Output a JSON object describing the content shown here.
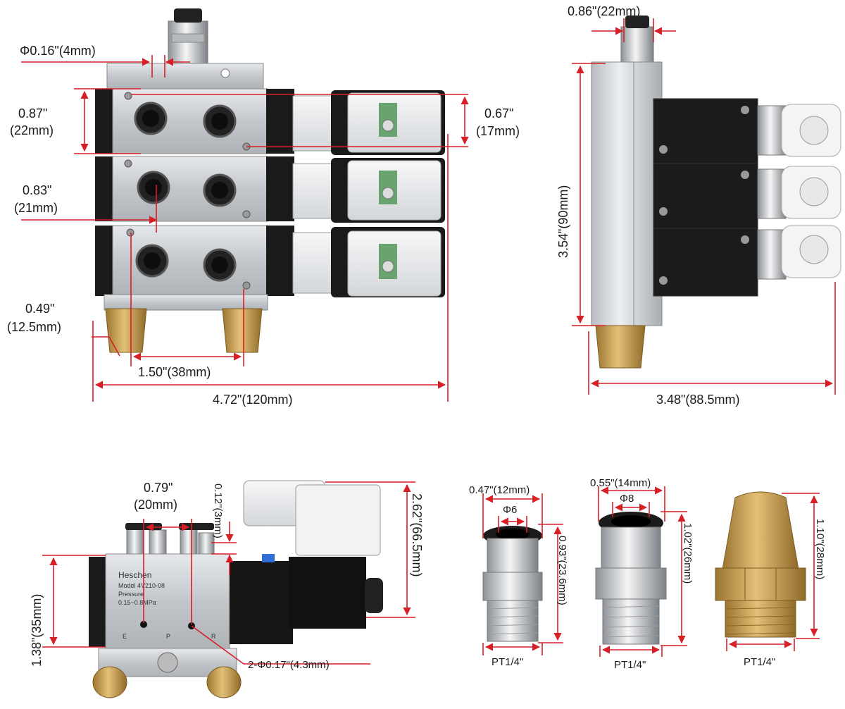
{
  "colors": {
    "dimension": "#d61f26",
    "aluminum": "#c9cdd2",
    "aluminum_dark": "#9aa0a6",
    "coil": "#1c1c1c",
    "brass": "#c9a14d",
    "background": "#ffffff"
  },
  "front_view": {
    "port_diameter": "Φ0.16\"(4mm)",
    "top_height_in": "0.87\"",
    "top_height_mm": "(22mm)",
    "coil_height_in": "0.67\"",
    "coil_height_mm": "(17mm)",
    "mid_height_in": "0.83\"",
    "mid_height_mm": "(21mm)",
    "muffler_offset_in": "0.49\"",
    "muffler_offset_mm": "(12.5mm)",
    "muffler_spacing": "1.50\"(38mm)",
    "total_length": "4.72\"(120mm)"
  },
  "side_view": {
    "top_width": "0.86\"(22mm)",
    "height": "3.54\"(90mm)",
    "width": "3.48\"(88.5mm)"
  },
  "valve_view": {
    "port_spacing_in": "0.79\"",
    "port_spacing_mm": "(20mm)",
    "offset": "0.12\"(3mm)",
    "total_height": "2.62\"(66.5mm)",
    "body_height": "1.38\"(35mm)",
    "mount_holes": "2-Φ0.17\"(4.3mm)",
    "brand": "Heschen",
    "model_line": "Model 4V210-08",
    "pressure_line": "Pressure",
    "range_line": "0.15~0.8MPa",
    "port_letters": [
      "E",
      "P",
      "R"
    ]
  },
  "fittings": [
    {
      "outer": "0.47\"(12mm)",
      "inner": "Φ6",
      "height": "0.93\"(23.6mm)",
      "thread": "PT1/4\""
    },
    {
      "outer": "0.55\"(14mm)",
      "inner": "Φ8",
      "height": "1.02\"(26mm)",
      "thread": "PT1/4\""
    },
    {
      "height": "1.10\"(28mm)",
      "thread": "PT1/4\""
    }
  ]
}
